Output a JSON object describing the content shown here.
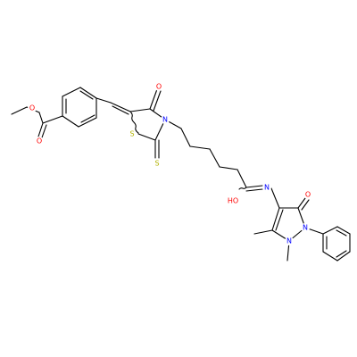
{
  "molecule": {
    "atoms": [
      {
        "id": "o_ester",
        "element": "O",
        "label": "O",
        "color": "#ff0000"
      },
      {
        "id": "o_carbonyl_ester",
        "element": "O",
        "label": "O",
        "color": "#ff0000"
      },
      {
        "id": "o_ring",
        "element": "O",
        "label": "O",
        "color": "#ff0000"
      },
      {
        "id": "s_ring",
        "element": "S",
        "label": "S",
        "color": "#b2b200"
      },
      {
        "id": "n_ring",
        "element": "N",
        "label": "N",
        "color": "#0000ff"
      },
      {
        "id": "s_thione",
        "element": "S",
        "label": "S",
        "color": "#b2b200"
      },
      {
        "id": "o_hydroxy",
        "element": "O",
        "label": "HO",
        "color": "#ff0000"
      },
      {
        "id": "n_imine",
        "element": "N",
        "label": "N",
        "color": "#0000ff"
      },
      {
        "id": "o_pyrazolone",
        "element": "O",
        "label": "O",
        "color": "#ff0000"
      },
      {
        "id": "n_pyrazole_1",
        "element": "N",
        "label": "N",
        "color": "#0000ff"
      },
      {
        "id": "n_pyrazole_2",
        "element": "N",
        "label": "N",
        "color": "#0000ff"
      }
    ]
  }
}
